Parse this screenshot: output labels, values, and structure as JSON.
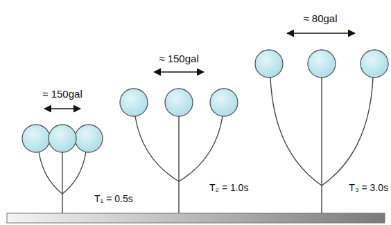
{
  "diagram": {
    "labels": [
      "≈ 150gal",
      "≈ 150gal",
      "≈ 80gal",
      "T₁ = 0.5s",
      "T₂ = 1.0s",
      "T₃ = 3.0s"
    ]
  }
}
